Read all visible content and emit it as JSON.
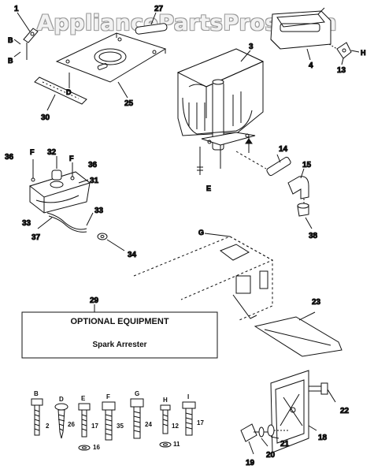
{
  "watermark": "AppliancePartsPros.com",
  "optional_box": {
    "title": "OPTIONAL EQUIPMENT",
    "subtitle": "Spark Arrester"
  },
  "callouts": {
    "c1": "1",
    "c27": "27",
    "c3": "3",
    "c4": "4",
    "c13": "13",
    "c25": "25",
    "c30": "30",
    "c14": "14",
    "c15": "15",
    "c38": "38",
    "c32": "32",
    "c36a": "36",
    "c36b": "36",
    "c31": "31",
    "c33a": "33",
    "c33b": "33",
    "c37": "37",
    "c34": "34",
    "c29": "29",
    "c23": "23",
    "c22": "22",
    "c18": "18",
    "c21": "21",
    "c20": "20",
    "c19": "19"
  },
  "letters": {
    "b1": "B",
    "b2": "B",
    "d": "D",
    "e": "E",
    "f1": "F",
    "f2": "F",
    "g": "G",
    "h": "H"
  },
  "hardware": [
    {
      "letter": "B",
      "number": "2"
    },
    {
      "letter": "D",
      "number": "26"
    },
    {
      "letter": "E",
      "number": "17",
      "washer": "16"
    },
    {
      "letter": "F",
      "number": "35"
    },
    {
      "letter": "G",
      "number": "24"
    },
    {
      "letter": "H",
      "number": "12",
      "washer": "11"
    },
    {
      "letter": "I",
      "number": "17"
    }
  ]
}
